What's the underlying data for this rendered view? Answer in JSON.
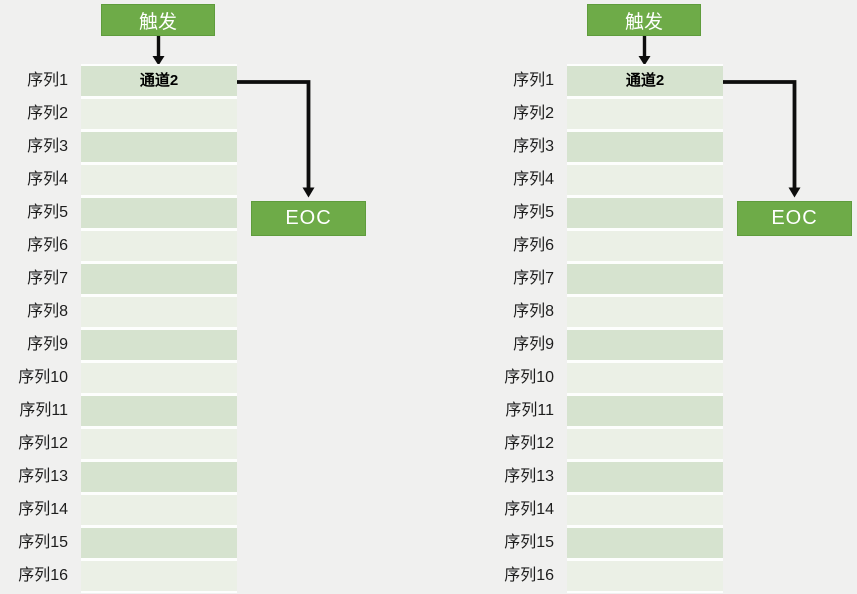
{
  "colors": {
    "bg": "#f0f0ef",
    "box_green": "#6eab48",
    "box_border": "#5f9c3c",
    "box_text": "#ffffff",
    "row_odd": "#d6e3cf",
    "row_even": "#ebf0e6",
    "row_gap": "#fdfefd",
    "label_text": "#1d1d1d",
    "channel_text": "#000000",
    "arrow": "#0d0d0d"
  },
  "diagrams": [
    {
      "trigger": "触发",
      "eoc": "EOC",
      "rows": [
        {
          "label": "序列1",
          "value": "通道2"
        },
        {
          "label": "序列2",
          "value": ""
        },
        {
          "label": "序列3",
          "value": ""
        },
        {
          "label": "序列4",
          "value": ""
        },
        {
          "label": "序列5",
          "value": ""
        },
        {
          "label": "序列6",
          "value": ""
        },
        {
          "label": "序列7",
          "value": ""
        },
        {
          "label": "序列8",
          "value": ""
        },
        {
          "label": "序列9",
          "value": ""
        },
        {
          "label": "序列10",
          "value": ""
        },
        {
          "label": "序列11",
          "value": ""
        },
        {
          "label": "序列12",
          "value": ""
        },
        {
          "label": "序列13",
          "value": ""
        },
        {
          "label": "序列14",
          "value": ""
        },
        {
          "label": "序列15",
          "value": ""
        },
        {
          "label": "序列16",
          "value": ""
        }
      ]
    },
    {
      "trigger": "触发",
      "eoc": "EOC",
      "rows": [
        {
          "label": "序列1",
          "value": "通道2"
        },
        {
          "label": "序列2",
          "value": ""
        },
        {
          "label": "序列3",
          "value": ""
        },
        {
          "label": "序列4",
          "value": ""
        },
        {
          "label": "序列5",
          "value": ""
        },
        {
          "label": "序列6",
          "value": ""
        },
        {
          "label": "序列7",
          "value": ""
        },
        {
          "label": "序列8",
          "value": ""
        },
        {
          "label": "序列9",
          "value": ""
        },
        {
          "label": "序列10",
          "value": ""
        },
        {
          "label": "序列11",
          "value": ""
        },
        {
          "label": "序列12",
          "value": ""
        },
        {
          "label": "序列13",
          "value": ""
        },
        {
          "label": "序列14",
          "value": ""
        },
        {
          "label": "序列15",
          "value": ""
        },
        {
          "label": "序列16",
          "value": ""
        }
      ]
    }
  ]
}
